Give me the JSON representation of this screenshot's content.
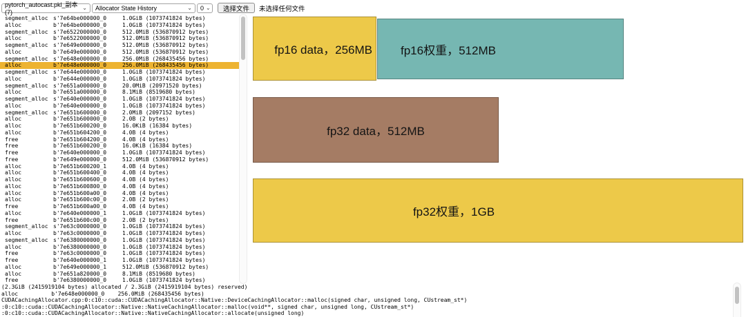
{
  "toolbar": {
    "snapshot_select": {
      "value": "pytorch_autocast.pkl_副本 (7)"
    },
    "view_select": {
      "value": "Allocator State History"
    },
    "device_select": {
      "value": "0"
    },
    "choose_file_button": "选择文件",
    "no_file_label": "未选择任何文件"
  },
  "event_log": {
    "highlighted_index": 7,
    "highlight_color": "#edb331",
    "rows": [
      {
        "action": "segment_alloc",
        "addr": "s'7e64be000000_0",
        "size": "1.0GiB (1073741824 bytes)"
      },
      {
        "action": "alloc",
        "addr": "b'7e64be000000_0",
        "size": "1.0GiB (1073741824 bytes)"
      },
      {
        "action": "segment_alloc",
        "addr": "s'7e6522000000_0",
        "size": "512.0MiB (536870912 bytes)"
      },
      {
        "action": "alloc",
        "addr": "b'7e6522000000_0",
        "size": "512.0MiB (536870912 bytes)"
      },
      {
        "action": "segment_alloc",
        "addr": "s'7e649e000000_0",
        "size": "512.0MiB (536870912 bytes)"
      },
      {
        "action": "alloc",
        "addr": "b'7e649e000000_0",
        "size": "512.0MiB (536870912 bytes)"
      },
      {
        "action": "segment_alloc",
        "addr": "s'7e648e000000_0",
        "size": "256.0MiB (268435456 bytes)"
      },
      {
        "action": "alloc",
        "addr": "b'7e648e000000_0",
        "size": "256.0MiB (268435456 bytes)"
      },
      {
        "action": "segment_alloc",
        "addr": "s'7e644e000000_0",
        "size": "1.0GiB (1073741824 bytes)"
      },
      {
        "action": "alloc",
        "addr": "b'7e644e000000_0",
        "size": "1.0GiB (1073741824 bytes)"
      },
      {
        "action": "segment_alloc",
        "addr": "s'7e651a000000_0",
        "size": "20.0MiB (20971520 bytes)"
      },
      {
        "action": "alloc",
        "addr": "b'7e651a000000_0",
        "size": "8.1MiB (8519680 bytes)"
      },
      {
        "action": "segment_alloc",
        "addr": "s'7e640e000000_0",
        "size": "1.0GiB (1073741824 bytes)"
      },
      {
        "action": "alloc",
        "addr": "b'7e640e000000_0",
        "size": "1.0GiB (1073741824 bytes)"
      },
      {
        "action": "segment_alloc",
        "addr": "s'7e651b600000_0",
        "size": "2.0MiB (2097152 bytes)"
      },
      {
        "action": "alloc",
        "addr": "b'7e651b600000_0",
        "size": "2.0B (2 bytes)"
      },
      {
        "action": "alloc",
        "addr": "b'7e651b600200_0",
        "size": "16.0KiB (16384 bytes)"
      },
      {
        "action": "alloc",
        "addr": "b'7e651b604200_0",
        "size": "4.0B (4 bytes)"
      },
      {
        "action": "free",
        "addr": "b'7e651b604200_0",
        "size": "4.0B (4 bytes)"
      },
      {
        "action": "free",
        "addr": "b'7e651b600200_0",
        "size": "16.0KiB (16384 bytes)"
      },
      {
        "action": "free",
        "addr": "b'7e640e000000_0",
        "size": "1.0GiB (1073741824 bytes)"
      },
      {
        "action": "free",
        "addr": "b'7e649e000000_0",
        "size": "512.0MiB (536870912 bytes)"
      },
      {
        "action": "alloc",
        "addr": "b'7e651b600200_1",
        "size": "4.0B (4 bytes)"
      },
      {
        "action": "alloc",
        "addr": "b'7e651b600400_0",
        "size": "4.0B (4 bytes)"
      },
      {
        "action": "alloc",
        "addr": "b'7e651b600600_0",
        "size": "4.0B (4 bytes)"
      },
      {
        "action": "alloc",
        "addr": "b'7e651b600800_0",
        "size": "4.0B (4 bytes)"
      },
      {
        "action": "alloc",
        "addr": "b'7e651b600a00_0",
        "size": "4.0B (4 bytes)"
      },
      {
        "action": "alloc",
        "addr": "b'7e651b600c00_0",
        "size": "2.0B (2 bytes)"
      },
      {
        "action": "free",
        "addr": "b'7e651b600a00_0",
        "size": "4.0B (4 bytes)"
      },
      {
        "action": "alloc",
        "addr": "b'7e640e000000_1",
        "size": "1.0GiB (1073741824 bytes)"
      },
      {
        "action": "free",
        "addr": "b'7e651b600c00_0",
        "size": "2.0B (2 bytes)"
      },
      {
        "action": "segment_alloc",
        "addr": "s'7e63c0000000_0",
        "size": "1.0GiB (1073741824 bytes)"
      },
      {
        "action": "alloc",
        "addr": "b'7e63c0000000_0",
        "size": "1.0GiB (1073741824 bytes)"
      },
      {
        "action": "segment_alloc",
        "addr": "s'7e6380000000_0",
        "size": "1.0GiB (1073741824 bytes)"
      },
      {
        "action": "alloc",
        "addr": "b'7e6380000000_0",
        "size": "1.0GiB (1073741824 bytes)"
      },
      {
        "action": "free",
        "addr": "b'7e63c0000000_0",
        "size": "1.0GiB (1073741824 bytes)"
      },
      {
        "action": "free",
        "addr": "b'7e640e000000_1",
        "size": "1.0GiB (1073741824 bytes)"
      },
      {
        "action": "alloc",
        "addr": "b'7e649e000000_1",
        "size": "512.0MiB (536870912 bytes)"
      },
      {
        "action": "alloc",
        "addr": "b'7e651a820000_0",
        "size": "8.1MiB (8519680 bytes)"
      },
      {
        "action": "free",
        "addr": "b'7e6380000000_0",
        "size": "1.0GiB (1073741824 bytes)"
      }
    ]
  },
  "memory_blocks": [
    {
      "label": "fp16 data，256MB",
      "color": "#edc949"
    },
    {
      "label": "fp16权重，512MB",
      "color": "#76b7b2"
    },
    {
      "label": "fp32 data，512MB",
      "color": "#a57c64"
    },
    {
      "label": "fp32权重，1GB",
      "color": "#edc949"
    }
  ],
  "summary": {
    "lines": [
      "(2.3GiB (2415919104 bytes) allocated / 2.3GiB (2415919104 bytes) reserved)",
      "alloc          b'7e648e000000_0    256.0MiB (268435456 bytes)",
      "CUDACachingAllocator.cpp:0:c10::cuda::CUDACachingAllocator::Native::DeviceCachingAllocator::malloc(signed char, unsigned long, CUstream_st*)",
      ":0:c10::cuda::CUDACachingAllocator::Native::NativeCachingAllocator::malloc(void**, signed char, unsigned long, CUstream_st*)",
      ":0:c10::cuda::CUDACachingAllocator::Native::NativeCachingAllocator::allocate(unsigned long)"
    ]
  }
}
